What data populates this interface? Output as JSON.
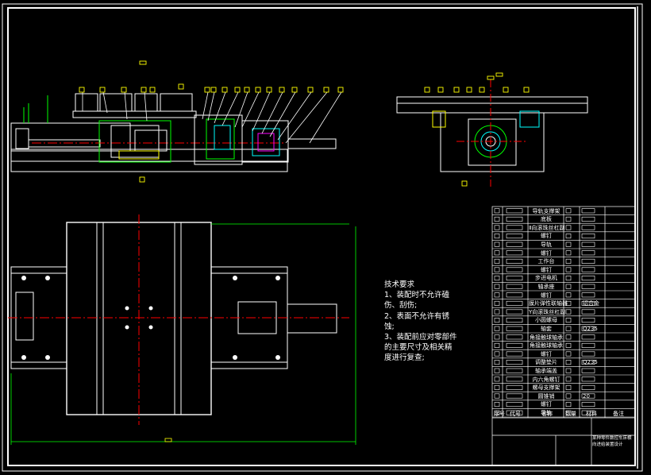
{
  "technical_requirements": {
    "heading": "技术要求",
    "lines": [
      "1、装配时不允许磕",
      "伤、刮伤;",
      "2、表面不允许有锈",
      "蚀;",
      "3、装配前应对零部件",
      "的主要尺寸及相关精",
      "度进行复查;"
    ]
  },
  "parts_list": {
    "rows": [
      {
        "name": "导轨支撑架",
        "material": ""
      },
      {
        "name": "底板",
        "material": ""
      },
      {
        "name": "Ⅱ向滚珠丝杠副",
        "material": ""
      },
      {
        "name": "螺钉",
        "material": ""
      },
      {
        "name": "导轨",
        "material": ""
      },
      {
        "name": "螺钉",
        "material": ""
      },
      {
        "name": "工作台",
        "material": ""
      },
      {
        "name": "螺钉",
        "material": ""
      },
      {
        "name": "步进电机",
        "material": ""
      },
      {
        "name": "轴承座",
        "material": ""
      },
      {
        "name": "螺钉",
        "material": ""
      },
      {
        "name": "膜片弹性联轴器",
        "material": "铝合金"
      },
      {
        "name": "Y向滚珠丝杠副",
        "material": ""
      },
      {
        "name": "小圆螺母",
        "material": ""
      },
      {
        "name": "轴套",
        "material": "Q235"
      },
      {
        "name": "角接触球轴承",
        "material": ""
      },
      {
        "name": "角接触球轴承",
        "material": ""
      },
      {
        "name": "螺钉",
        "material": ""
      },
      {
        "name": "调整垫片",
        "material": "Q235"
      },
      {
        "name": "轴承端盖",
        "material": ""
      },
      {
        "name": "内六角螺钉",
        "material": ""
      },
      {
        "name": "螺母支撑架",
        "material": ""
      },
      {
        "name": "圆锥销",
        "material": "20"
      },
      {
        "name": "螺钉",
        "material": ""
      },
      {
        "name": "导轨",
        "material": ""
      }
    ],
    "header": [
      "序号",
      "代号",
      "名称",
      "数量",
      "材料",
      "备注"
    ]
  },
  "title_block": {
    "title": "某种零件数控车床横向进给装置设计"
  },
  "colors": {
    "background": "#000000",
    "outline": "#ffffff",
    "center_line": "#ff0000",
    "section": "#00ff00",
    "hidden": "#00ffff",
    "hatch": "#ffff00",
    "accent": "#ff00ff"
  }
}
